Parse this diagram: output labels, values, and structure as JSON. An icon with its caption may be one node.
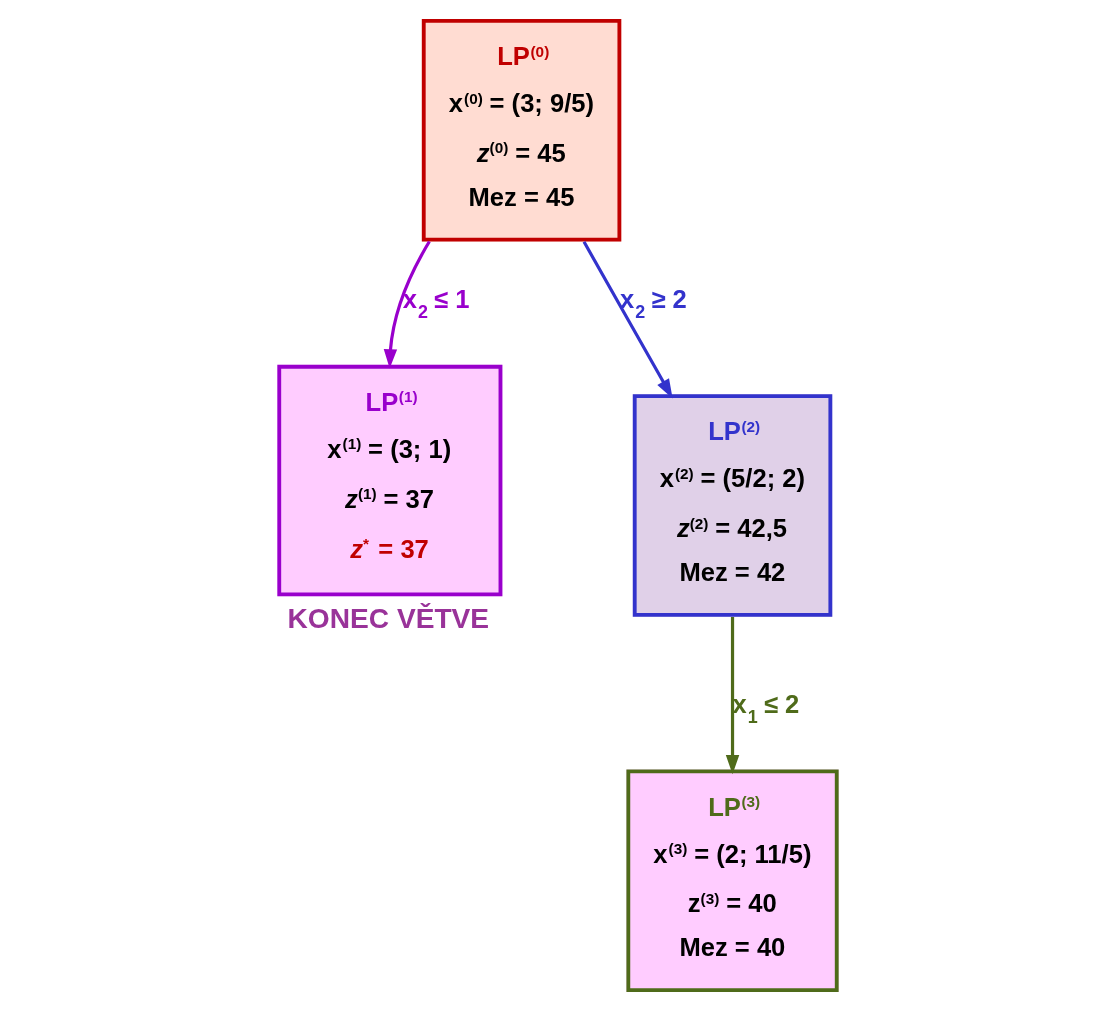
{
  "diagram": {
    "nodes": [
      {
        "text": [
          "LP$^{(0)}$",
          "x$^{(0)}$ = (3; 9/5)",
          "*z*$^{(0)}$ = 45",
          "Mez = 45"
        ]
      },
      {
        "text": [
          "LP$^{(1)}$",
          "x$^{(1)}$ = (3; 1)",
          "*z*$^{(1)}$ = 37",
          "*z*$^{*}$ = 37"
        ],
        "beside": [
          "KONEC VĚTVE"
        ]
      },
      {
        "text": [
          "LP$^{(2)}$",
          "x$^{(2)}$ = (5/2; 2)",
          "*z*$^{(2)}$ = 42,5",
          "Mez = 42"
        ]
      },
      {
        "text": [
          "LP$^{(3)}$",
          "x$^{(3)}$ = (2; 11/5)",
          "z$^{(3)}$ = 40",
          "Mez = 40"
        ]
      }
    ],
    "edges": [
      {
        "from": 0,
        "to": 1,
        "arrow": "to",
        "label": "x$_{2}$ ≤ 1",
        "color": "#9900cc"
      },
      {
        "from": 0,
        "to": 2,
        "arrow": "to",
        "label": "x$_{2}$ ≥ 2",
        "color": "#3333cc"
      },
      {
        "from": 2,
        "to": 3,
        "arrow": "to",
        "label": "x$_{1}$ ≤ 2",
        "color": "#4f6b1a"
      }
    ]
  }
}
